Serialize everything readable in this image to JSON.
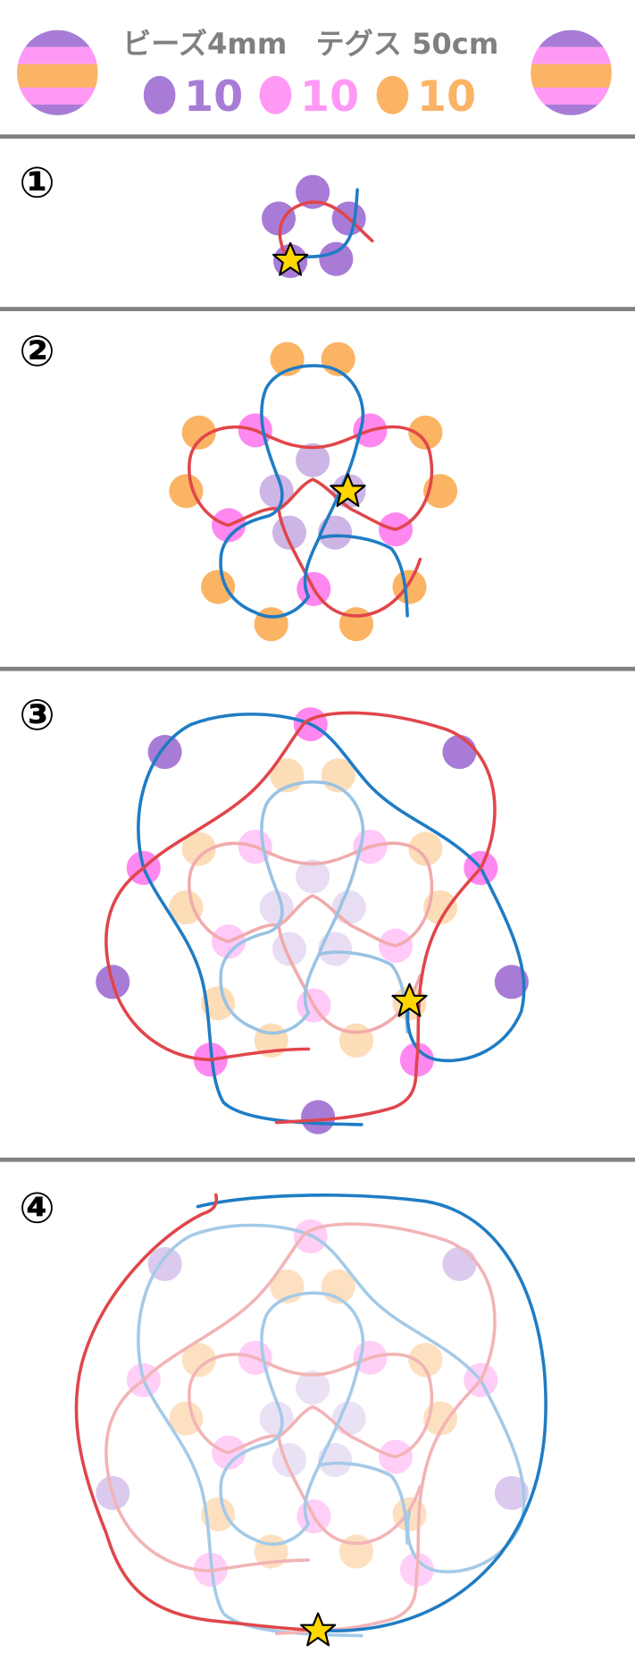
{
  "header": {
    "title": "ビーズ4mm　テグス 50cm",
    "counts": [
      {
        "color": "#a87cd6",
        "count": "10"
      },
      {
        "color": "#ff99f5",
        "count": "10"
      },
      {
        "color": "#fbb364",
        "count": "10"
      }
    ]
  },
  "colors": {
    "purple": "#a87cd6",
    "pink": "#ff99f5",
    "orange": "#fbb364",
    "red": "#e0464a",
    "blue": "#1f7cc4",
    "star": "#ffd700",
    "divider": "#808080"
  },
  "steps": [
    {
      "label": "①"
    },
    {
      "label": "②"
    },
    {
      "label": "③"
    },
    {
      "label": "④"
    }
  ]
}
